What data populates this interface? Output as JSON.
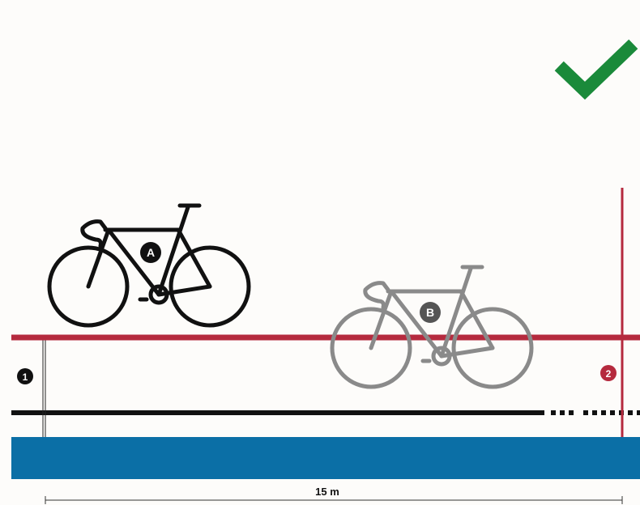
{
  "colors": {
    "background": "#fdfcfa",
    "red_line": "#b52a3e",
    "black_line": "#111111",
    "blue_band": "#0b6fa6",
    "check": "#1a8a3a",
    "bike_a": "#111111",
    "bike_b": "#8a8a8a",
    "marker_2": "#b52a3e"
  },
  "icons": {
    "check": "check-mark-icon",
    "bicycle": "bicycle-icon"
  },
  "bikes": [
    {
      "id": "A",
      "label": "A"
    },
    {
      "id": "B",
      "label": "B"
    }
  ],
  "markers": {
    "one": "1",
    "two": "2"
  },
  "measurement": {
    "label": "15 m"
  }
}
